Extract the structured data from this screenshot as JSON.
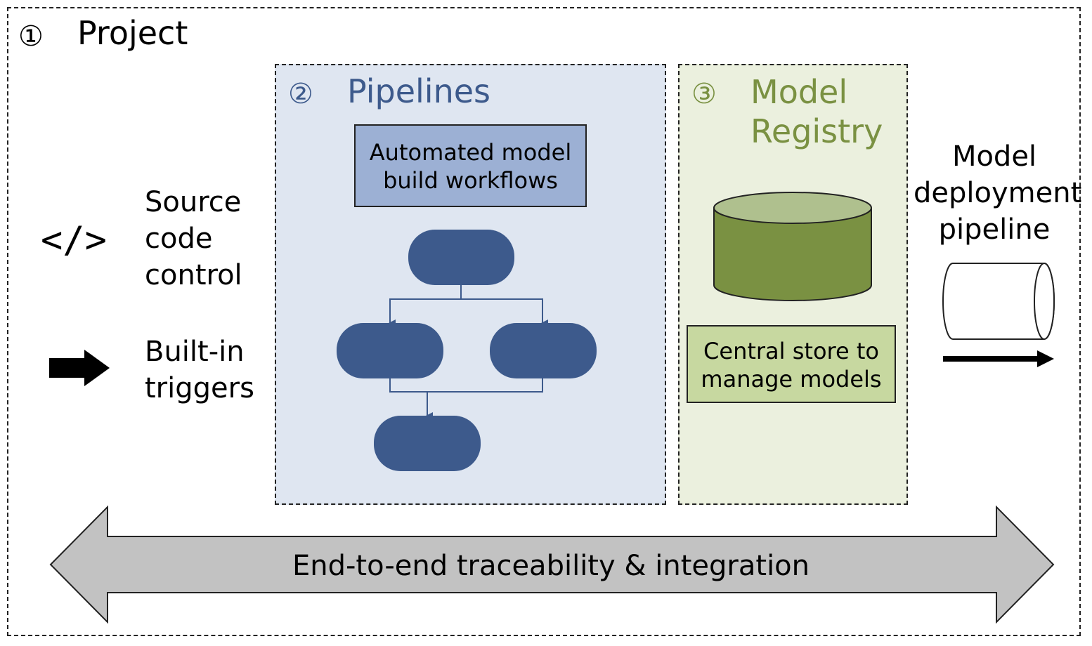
{
  "project": {
    "number": "①",
    "title": "Project"
  },
  "source": {
    "icon_glyph": "</>",
    "label_lines": [
      "Source",
      "code",
      "control"
    ]
  },
  "triggers": {
    "label_lines": [
      "Built-in",
      "triggers"
    ]
  },
  "pipelines": {
    "number": "②",
    "title": "Pipelines",
    "box_lines": [
      "Automated model",
      "build workflows"
    ],
    "color": "#3d5a8c"
  },
  "registry": {
    "number": "③",
    "title_lines": [
      "Model",
      "Registry"
    ],
    "box_lines": [
      "Central store to",
      "manage models"
    ],
    "color": "#7a9142"
  },
  "deployment": {
    "label_lines": [
      "Model",
      "deployment",
      "pipeline"
    ]
  },
  "traceability": {
    "label": "End-to-end traceability & integration"
  }
}
